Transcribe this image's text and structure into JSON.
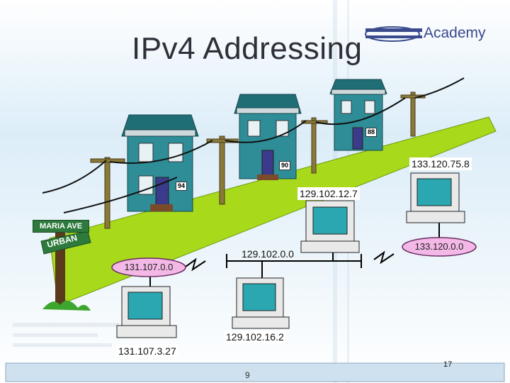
{
  "title": "IPv4 Addressing",
  "logo": {
    "brand": "Academy"
  },
  "street_sign": {
    "top": "MARIA AVE",
    "bottom": "URBAN"
  },
  "house_numbers": [
    "94",
    "90",
    "88"
  ],
  "networks": {
    "left": "131.107.0.0",
    "middle": "129.102.0.0",
    "right": "133.120.0.0"
  },
  "hosts": {
    "lower_left": "131.107.3.27",
    "lower_middle": "129.102.16.2",
    "upper_middle": "129.102.12.7",
    "upper_right": "133.120.75.8"
  },
  "footer": {
    "page": "9",
    "slide": "17"
  },
  "colors": {
    "street": "#a8d91a",
    "house": "#2e8d97",
    "roof": "#1f6e76",
    "network_ellipse": "#f3b8e6",
    "monitor_screen": "#2aa7b0",
    "sky": "#cfe7f5"
  }
}
